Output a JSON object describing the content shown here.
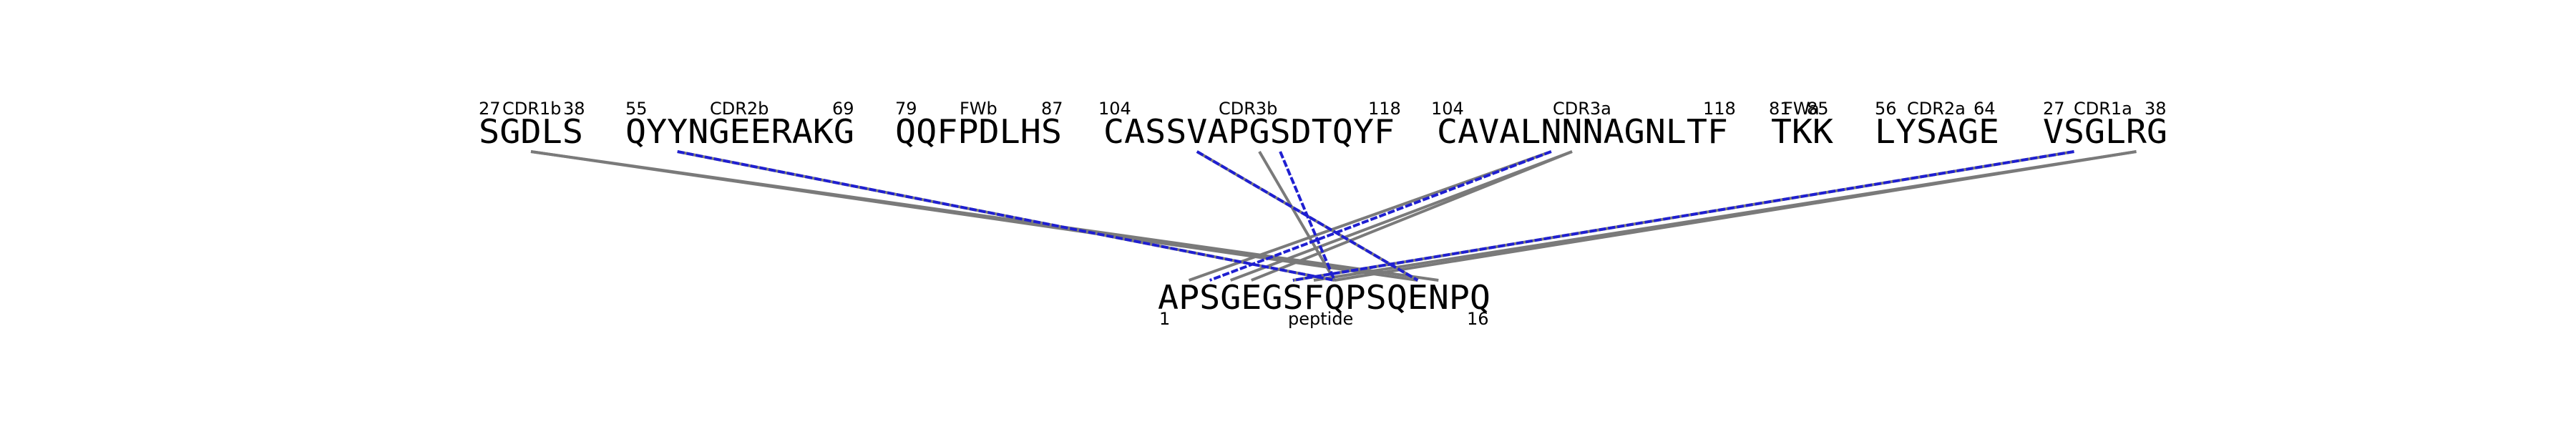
{
  "segments": [
    {
      "id": "cdr1b",
      "name": "CDR1b",
      "sequence": "SGDLS",
      "start": "27",
      "end": "38"
    },
    {
      "id": "cdr2b",
      "name": "CDR2b",
      "sequence": "QYYNGEERAKG",
      "start": "55",
      "end": "69"
    },
    {
      "id": "fwb",
      "name": "FWb",
      "sequence": "QQFPDLHS",
      "start": "79",
      "end": "87"
    },
    {
      "id": "cdr3b",
      "name": "CDR3b",
      "sequence": "CASSVAPGSDTQYF",
      "start": "104",
      "end": "118"
    },
    {
      "id": "cdr3a",
      "name": "CDR3a",
      "sequence": "CAVALNNNAGNLTF",
      "start": "104",
      "end": "118"
    },
    {
      "id": "fwa",
      "name": "FWa",
      "sequence": "TKK",
      "start": "81",
      "end": "85"
    },
    {
      "id": "cdr2a",
      "name": "CDR2a",
      "sequence": "LYSAGE",
      "start": "56",
      "end": "64"
    },
    {
      "id": "cdr1a",
      "name": "CDR1a",
      "sequence": "VSGLRG",
      "start": "27",
      "end": "38"
    }
  ],
  "peptide": {
    "name": "peptide",
    "sequence": "APSGEGSFQPSQENPQ",
    "start": "1",
    "end": "16"
  },
  "contacts": [
    {
      "segment": 0,
      "residue": 2,
      "peptide_residue": 12,
      "style": "gray"
    },
    {
      "segment": 0,
      "residue": 2,
      "peptide_residue": 13,
      "style": "gray"
    },
    {
      "segment": 1,
      "residue": 2,
      "peptide_residue": 8,
      "style": "gray"
    },
    {
      "segment": 1,
      "residue": 2,
      "peptide_residue": 8,
      "style": "blue"
    },
    {
      "segment": 3,
      "residue": 4,
      "peptide_residue": 12,
      "style": "gray"
    },
    {
      "segment": 3,
      "residue": 4,
      "peptide_residue": 12,
      "style": "blue"
    },
    {
      "segment": 3,
      "residue": 7,
      "peptide_residue": 8,
      "style": "gray"
    },
    {
      "segment": 3,
      "residue": 8,
      "peptide_residue": 8,
      "style": "blue"
    },
    {
      "segment": 4,
      "residue": 5,
      "peptide_residue": 1,
      "style": "gray"
    },
    {
      "segment": 4,
      "residue": 5,
      "peptide_residue": 2,
      "style": "blue"
    },
    {
      "segment": 4,
      "residue": 6,
      "peptide_residue": 4,
      "style": "gray"
    },
    {
      "segment": 4,
      "residue": 6,
      "peptide_residue": 3,
      "style": "gray"
    },
    {
      "segment": 7,
      "residue": 1,
      "peptide_residue": 6,
      "style": "gray"
    },
    {
      "segment": 7,
      "residue": 1,
      "peptide_residue": 6,
      "style": "blue"
    },
    {
      "segment": 7,
      "residue": 4,
      "peptide_residue": 7,
      "style": "gray"
    },
    {
      "segment": 7,
      "residue": 4,
      "peptide_residue": 8,
      "style": "gray"
    }
  ],
  "colors": {
    "contact": "#7a7a7a",
    "highlight": "#1f1fd1",
    "text": "#000000"
  }
}
